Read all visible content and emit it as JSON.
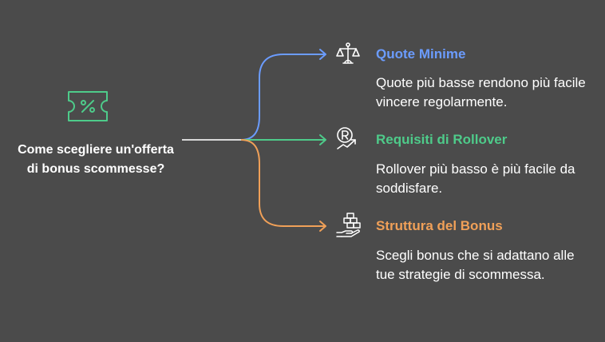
{
  "colors": {
    "background": "#4b4b4b",
    "root_icon": "#4ecb8a",
    "root_line": "#d8d8d8",
    "branch_1": "#6b9cff",
    "branch_2": "#4ecb8a",
    "branch_3": "#f0a058",
    "icon": "#ffffff"
  },
  "root": {
    "icon": "percent-ticket-icon",
    "label": "Come scegliere un'offerta di bonus scommesse?"
  },
  "branches": [
    {
      "icon": "balance-scale-icon",
      "title": "Quote Minime",
      "description": "Quote più basse rendono più facile vincere regolarmente."
    },
    {
      "icon": "rollover-coin-icon",
      "title": "Requisiti di Rollover",
      "description": "Rollover più basso è più facile da soddisfare."
    },
    {
      "icon": "hand-blocks-icon",
      "title": "Struttura del Bonus",
      "description": "Scegli bonus che si adattano alle tue strategie di scommessa."
    }
  ]
}
